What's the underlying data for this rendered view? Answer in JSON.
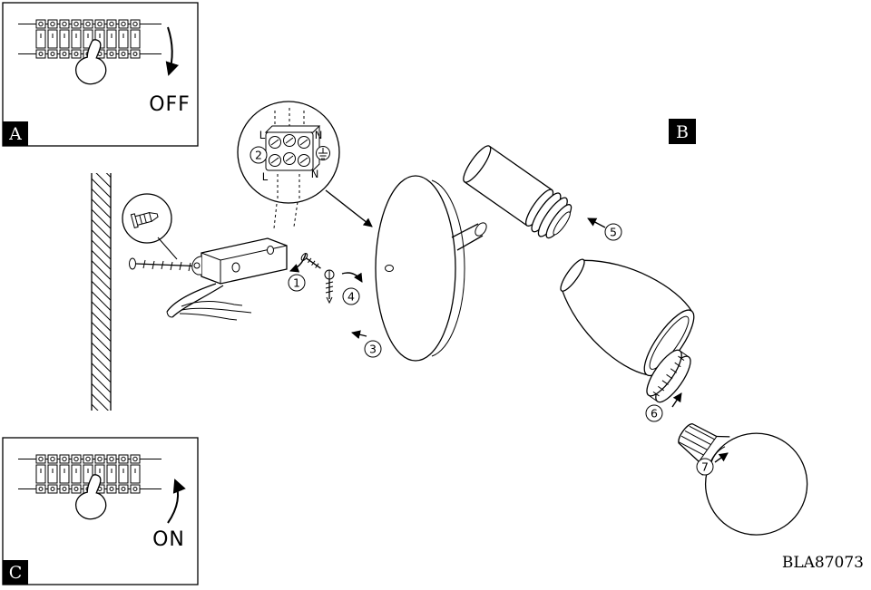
{
  "drawing_code": "BLA87073",
  "panels": {
    "a": {
      "label": "A",
      "state": "OFF"
    },
    "b": {
      "label": "B"
    },
    "c": {
      "label": "C",
      "state": "ON"
    }
  },
  "terminal_detail": {
    "l_top": "L",
    "n_top": "N",
    "l_bottom": "L",
    "n_bottom": "N"
  },
  "callouts": {
    "n1": "1",
    "n2": "2",
    "n3": "3",
    "n4": "4",
    "n5": "5",
    "n6": "6",
    "n7": "7"
  },
  "colors": {
    "ink": "#000000",
    "paper": "#ffffff"
  }
}
